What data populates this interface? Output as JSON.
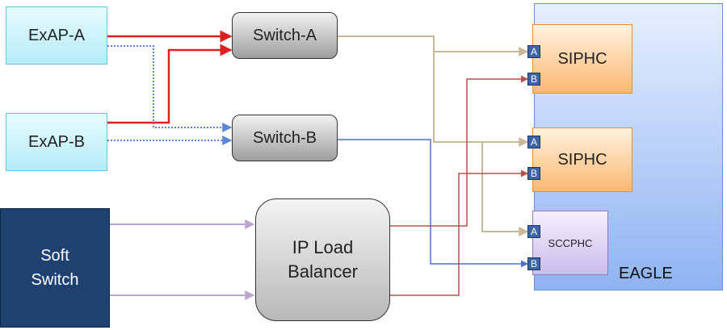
{
  "nodes": {
    "exap_a": "ExAP-A",
    "exap_b": "ExAP-B",
    "switch_a": "Switch-A",
    "switch_b": "Switch-B",
    "soft_switch": [
      "Soft",
      "Switch"
    ],
    "load_balancer": [
      "IP Load",
      "Balancer"
    ],
    "eagle": "EAGLE",
    "siphc_1": "SIPHC",
    "siphc_2": "SIPHC",
    "sccphc": "SCCPHC"
  },
  "ports": {
    "a": "A",
    "b": "B"
  },
  "colors": {
    "exap_fill": "#b5ecf8",
    "switch_fill": "#bdbdbd",
    "soft_switch_fill": "#1f4170",
    "eagle_fill": "#a9c4f5",
    "siphc_fill": "#fcb872",
    "sccphc_fill": "#cbbcec",
    "port_fill": "#3c64a6",
    "link_red": "#e02020",
    "link_blue_dotted": "#5b86d6",
    "link_tan": "#c7b998",
    "link_darkred": "#b8504a",
    "link_blue": "#4a73c4",
    "link_lavender": "#b9a6d3"
  }
}
